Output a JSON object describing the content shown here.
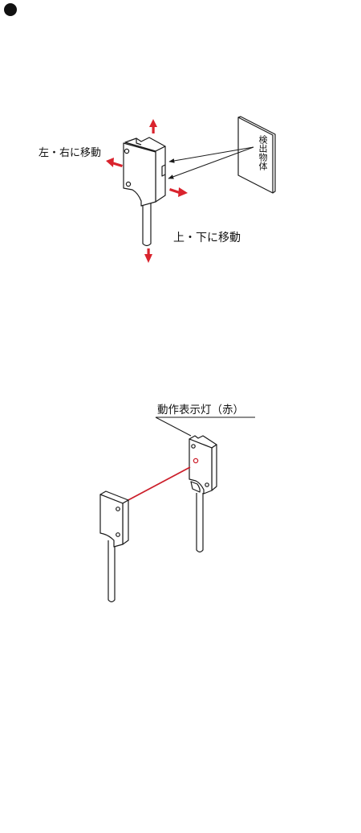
{
  "diagram1": {
    "label_left_right": "左・右に移動",
    "label_up_down": "上・下に移動",
    "target_label": "検出物体"
  },
  "diagram2": {
    "indicator_label": "動作表示灯（赤）"
  },
  "colors": {
    "arrow": "#d9232d",
    "beam": "#cc1f2b",
    "line": "#1a1a1a"
  }
}
